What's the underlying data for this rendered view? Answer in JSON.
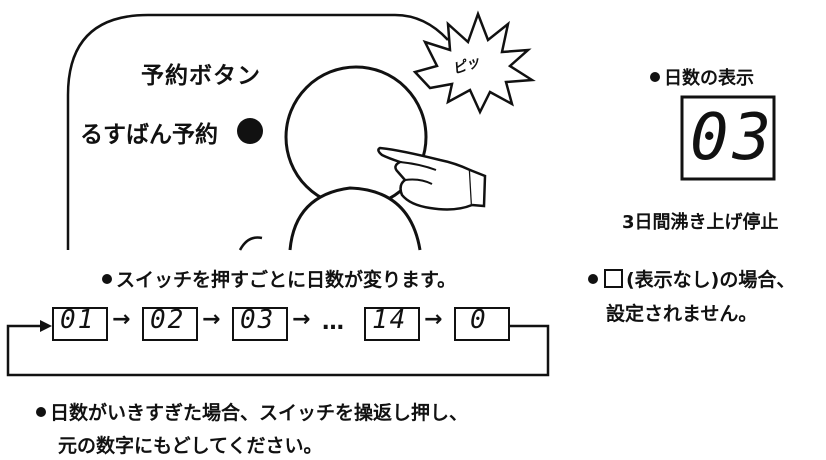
{
  "panel": {
    "reserve_button_label": "予約ボタン",
    "rusuban_label": "るすばん予約",
    "beep_text": "ピッ"
  },
  "day_display": {
    "caption": "日数の表示",
    "value": "03",
    "note": "3日間沸き上げ停止"
  },
  "sequence": {
    "caption": "スイッチを押すごとに日数が変ります。",
    "steps": [
      "01",
      "02",
      "03",
      "14",
      "0"
    ],
    "ellipsis": "…"
  },
  "blank_note": {
    "line1_suffix": "(表示なし)の場合、",
    "line2": "設定されません。"
  },
  "footnote": {
    "line1": "日数がいきすぎた場合、スイッチを操返し押し、",
    "line2": "元の数字にもどしてください。"
  }
}
